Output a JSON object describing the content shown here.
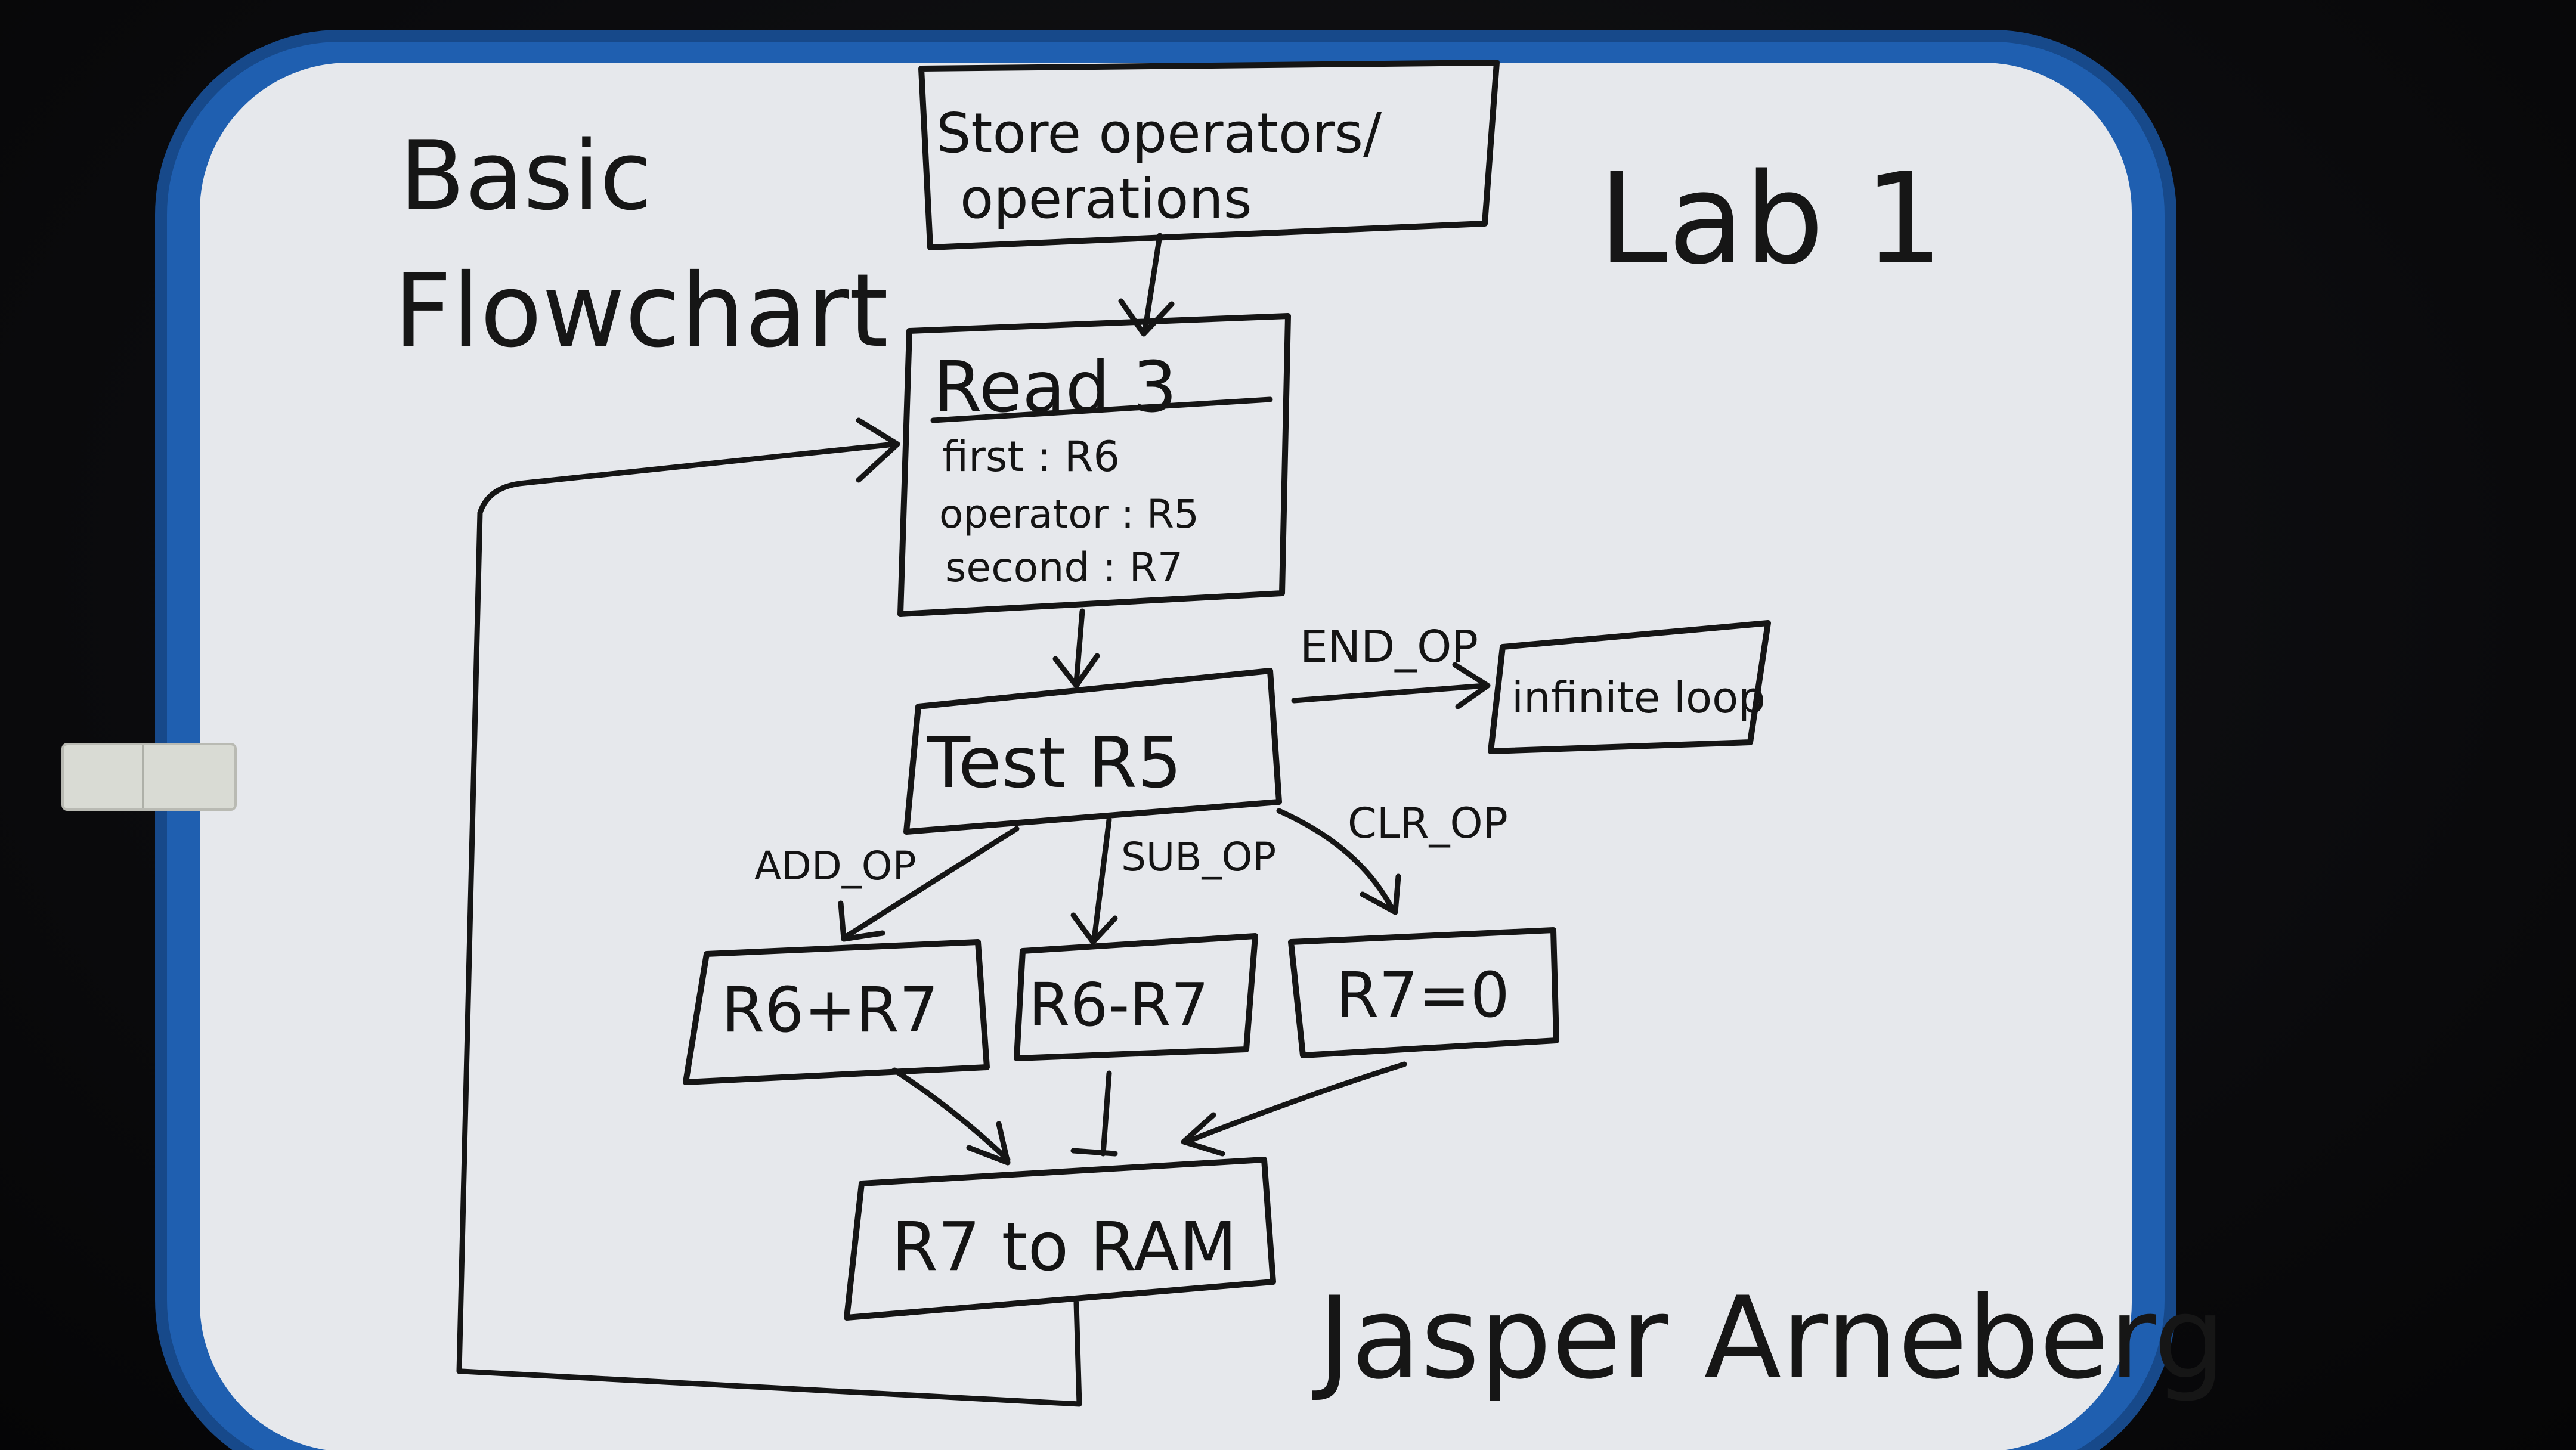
{
  "colors": {
    "frame": "#1f5fb0",
    "board": "#e6e8ec",
    "ink": "#151515",
    "background": "#0b0b0d",
    "clip": "#d9dbd4"
  },
  "titles": {
    "left_line1": "Basic",
    "left_line2": "Flowchart",
    "right": "Lab 1"
  },
  "nodes": {
    "store": {
      "line1": "Store operators/",
      "line2": "operations"
    },
    "read": {
      "heading": "Read 3",
      "first": "first : R6",
      "operator": "operator : R5",
      "second": "second : R7"
    },
    "test": "Test R5",
    "infinite": "infinite loop",
    "add": "R6+R7",
    "sub": "R6-R7",
    "clr": "R7=0",
    "ram": "R7 to RAM"
  },
  "edges": {
    "end_op": "END_OP",
    "add_op": "ADD_OP",
    "sub_op": "SUB_OP",
    "clr_op": "CLR_OP"
  },
  "author": "Jasper Arneberg"
}
